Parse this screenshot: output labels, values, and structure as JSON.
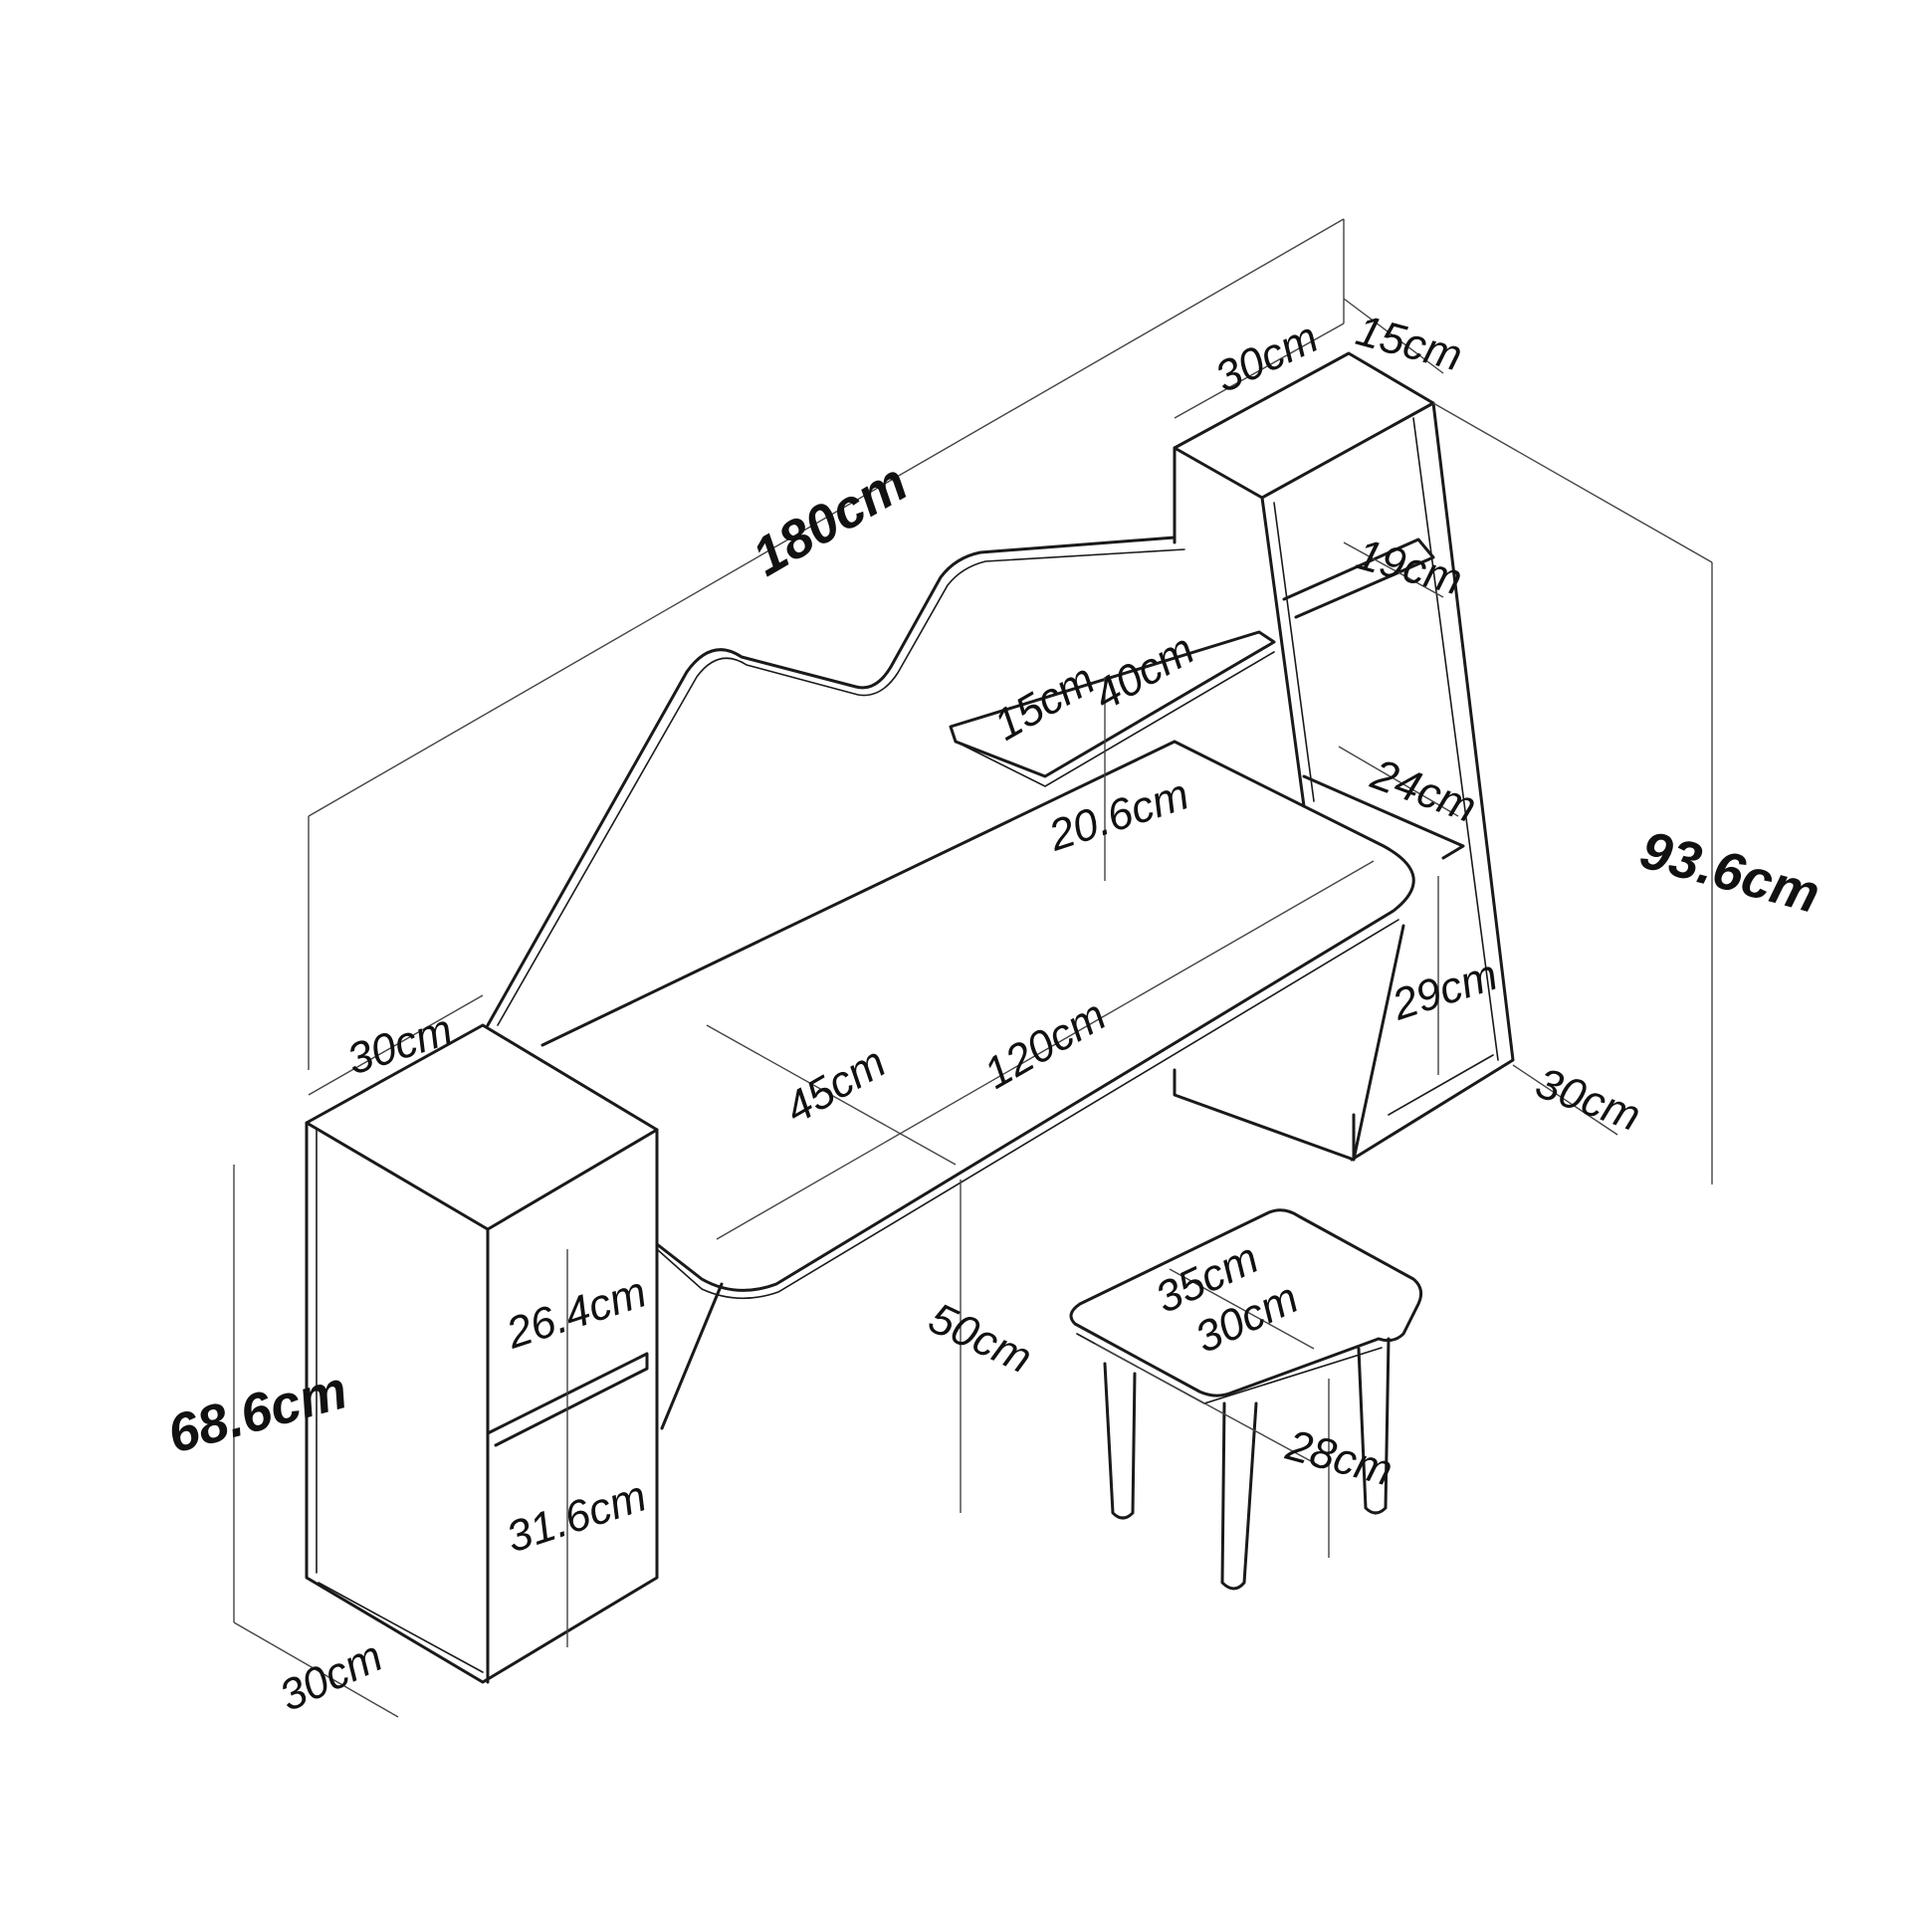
{
  "diagram": {
    "colors": {
      "line": "#1a1a1a",
      "dimension": "#444444",
      "background": "#ffffff"
    },
    "dimensions": {
      "total_width": "180cm",
      "total_height": "93.6cm",
      "left_cabinet_height": "68.6cm",
      "left_cabinet_top_width": "30cm",
      "left_cabinet_depth": "30cm",
      "left_upper_shelf": "26.4cm",
      "left_lower_shelf": "31.6cm",
      "desk_depth": "45cm",
      "desk_width": "120cm",
      "desk_height": "50cm",
      "small_shelf_depth": "15cm",
      "small_shelf_width": "40cm",
      "small_shelf_gap": "20.6cm",
      "tower_top_width": "30cm",
      "tower_top_depth": "15cm",
      "tower_shelf_1": "19cm",
      "tower_shelf_2": "24cm",
      "tower_shelf_3": "29cm",
      "tower_base_depth": "30cm",
      "stool_width": "35cm",
      "stool_depth": "30cm",
      "stool_height": "28cm"
    }
  }
}
